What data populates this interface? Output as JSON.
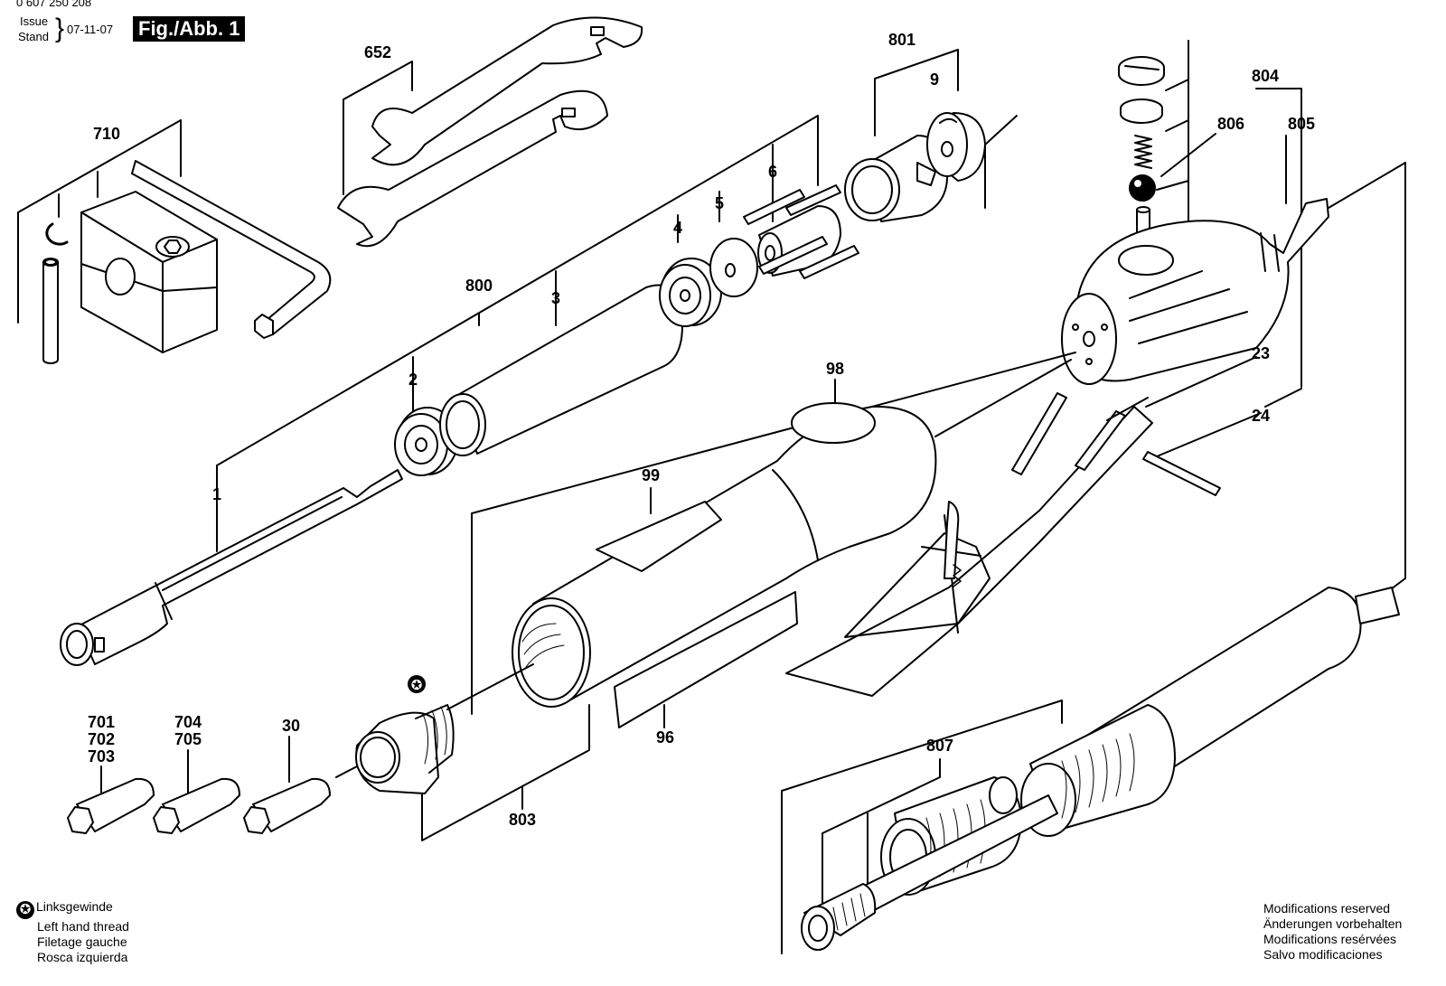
{
  "header": {
    "doc_number": "0 607 250 208",
    "issue_label": "Issue",
    "stand_label": "Stand",
    "date": "07-11-07",
    "figure_label": "Fig./Abb. 1"
  },
  "callouts": [
    {
      "id": "c652",
      "text": "652"
    },
    {
      "id": "c710",
      "text": "710"
    },
    {
      "id": "c801",
      "text": "801"
    },
    {
      "id": "c9",
      "text": "9"
    },
    {
      "id": "c804",
      "text": "804"
    },
    {
      "id": "c806",
      "text": "806"
    },
    {
      "id": "c805",
      "text": "805"
    },
    {
      "id": "c6",
      "text": "6"
    },
    {
      "id": "c5",
      "text": "5"
    },
    {
      "id": "c4",
      "text": "4"
    },
    {
      "id": "c800",
      "text": "800"
    },
    {
      "id": "c3",
      "text": "3"
    },
    {
      "id": "c2",
      "text": "2"
    },
    {
      "id": "c1",
      "text": "1"
    },
    {
      "id": "c98",
      "text": "98"
    },
    {
      "id": "c23",
      "text": "23"
    },
    {
      "id": "c24",
      "text": "24"
    },
    {
      "id": "c99",
      "text": "99"
    },
    {
      "id": "c701",
      "text": "701"
    },
    {
      "id": "c702",
      "text": "702"
    },
    {
      "id": "c703",
      "text": "703"
    },
    {
      "id": "c704",
      "text": "704"
    },
    {
      "id": "c705",
      "text": "705"
    },
    {
      "id": "c30",
      "text": "30"
    },
    {
      "id": "c96",
      "text": "96"
    },
    {
      "id": "c803",
      "text": "803"
    },
    {
      "id": "c807",
      "text": "807"
    }
  ],
  "legend": {
    "symbol": "✪",
    "lines": [
      "Linksgewinde",
      "Left hand thread",
      "Filetage gauche",
      "Rosca izquierda"
    ]
  },
  "modifications": {
    "lines": [
      "Modifications reserved",
      "Änderungen vorbehalten",
      "Modifications resérvées",
      "Salvo modificaciones"
    ]
  }
}
